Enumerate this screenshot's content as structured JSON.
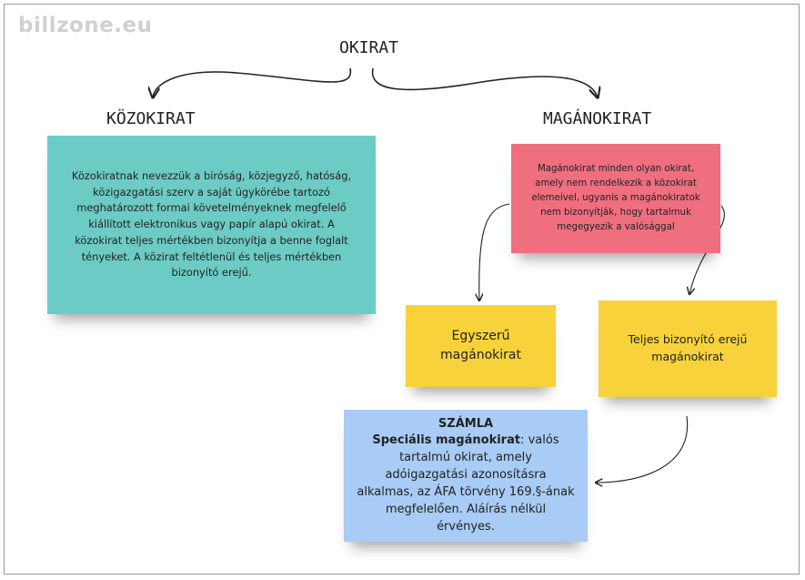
{
  "logo": "billzone.eu",
  "root": "OKIRAT",
  "left_branch": {
    "title": "KÖZOKIRAT",
    "description": "Közokiratnak nevezzük a bíróság, közjegyző, hatóság, közigazgatási szerv a saját ügykörébe tartozó meghatározott formai követelményeknek megfelelő kiállított elektronikus vagy papír alapú okirat. A közokirat teljes mértékben bizonyítja a benne foglalt tényeket. A közirat feltétlenül és teljes mértékben bizonyító erejű."
  },
  "right_branch": {
    "title": "MAGÁNOKIRAT",
    "description": "Magánokirat minden olyan okirat, amely nem rendelkezik a közokirat elemeivel, ugyanis a magánokiratok nem bizonyítják, hogy tartalmuk megegyezik a valósággal",
    "simple": "Egyszerű magánokirat",
    "full_proof": "Teljes bizonyító erejű magánokirat"
  },
  "invoice": {
    "title": "SZÁMLA",
    "lead": "Speciális magánokirat",
    "text": ": valós tartalmú okirat, amely adóigazgatási azonosításra alkalmas, az ÁFA törvény 169.§-ának megfelelően. Aláírás nélkül érvényes."
  },
  "colors": {
    "teal": "#6ccbc4",
    "pink": "#ef6f7f",
    "yellow": "#f7d23b",
    "blue": "#a8ccf5"
  }
}
